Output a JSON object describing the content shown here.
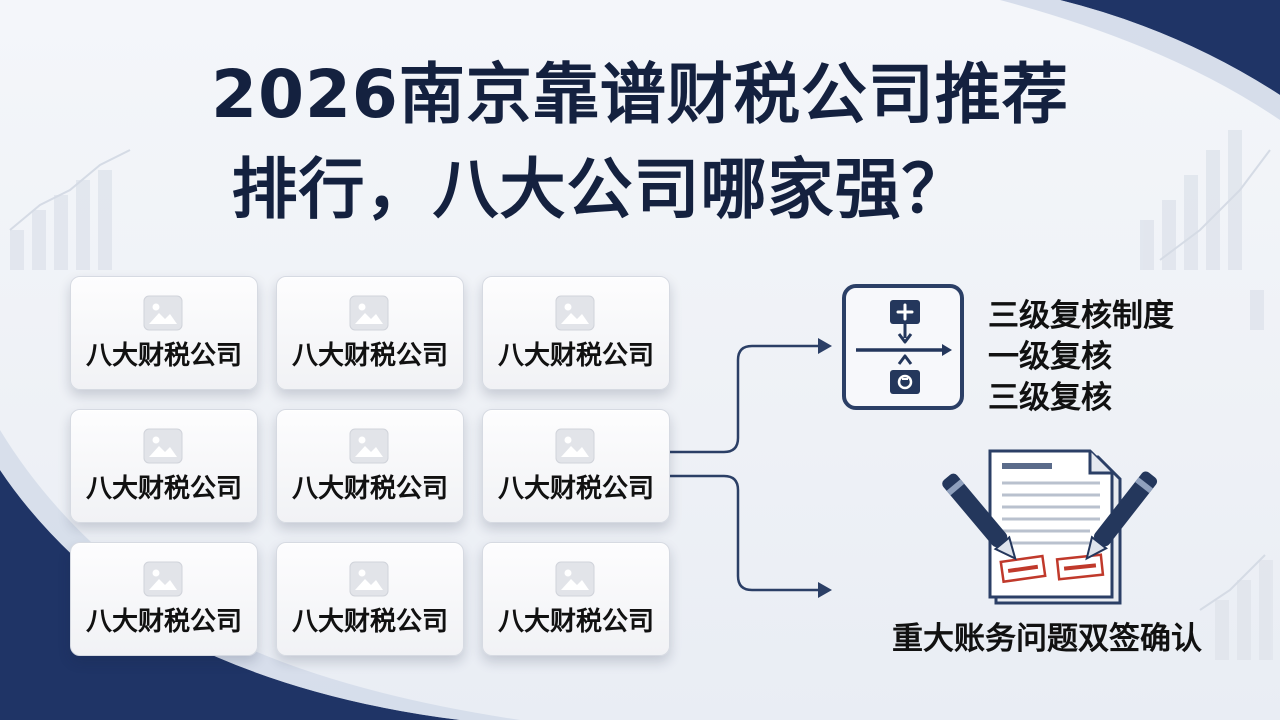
{
  "title": {
    "line1": "2026南京靠谱财税公司推荐",
    "line2": "排行，八大公司哪家强？"
  },
  "companies": [
    {
      "label": "八大财税公司",
      "icon": "image-placeholder-icon"
    },
    {
      "label": "八大财税公司",
      "icon": "image-placeholder-icon"
    },
    {
      "label": "八大财税公司",
      "icon": "image-placeholder-icon"
    },
    {
      "label": "八大财税公司",
      "icon": "image-placeholder-icon"
    },
    {
      "label": "八大财税公司",
      "icon": "image-placeholder-icon"
    },
    {
      "label": "八大财税公司",
      "icon": "image-placeholder-icon"
    },
    {
      "label": "八大财税公司",
      "icon": "image-placeholder-icon"
    },
    {
      "label": "八大财税公司",
      "icon": "image-placeholder-icon"
    },
    {
      "label": "八大财税公司",
      "icon": "image-placeholder-icon"
    }
  ],
  "review": {
    "icon": "review-process-icon",
    "lines": [
      "三级复核制度",
      "一级复核",
      "三级复核"
    ]
  },
  "signature": {
    "icon": "double-signature-document-icon",
    "caption": "重大账务问题双签确认"
  },
  "colors": {
    "navy": "#14213f",
    "accent_blue": "#2b3f66",
    "stamp_red": "#c0392b"
  }
}
